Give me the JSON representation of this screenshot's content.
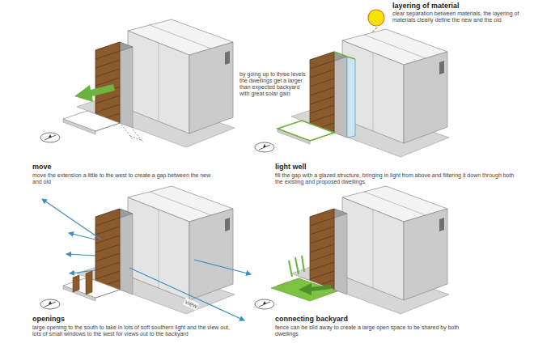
{
  "diagram": {
    "labels": [
      "layering of material",
      "clear separation between materials, the layering of materials clearly define the new and the old",
      "by going up to three levels the dwellings get a larger than expected backyard with great solar gain",
      "move",
      "move the extension a little to the west to create a gap between the new and old",
      "light well",
      "fill the gap with a glazed structure, bringing in light from above and filtering it down through both the existing and proposed dwellings",
      "view",
      "openings",
      "large opening to the south to take in lots of soft southern light and the view out, lots of small windows to the west for views out to the backyard",
      "connecting backyard",
      "fence can be slid away to create a large open space to be shared by both dwellings"
    ]
  }
}
